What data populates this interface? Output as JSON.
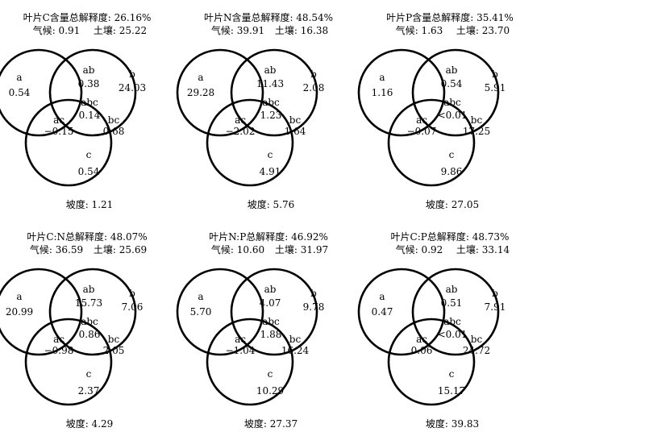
{
  "panels": [
    {
      "title": "叶片C含量总解释度: 26.16%",
      "climate": "气候: 0.91",
      "soil": "土壤: 25.22",
      "slope": "坡度: 1.21",
      "regions": {
        "a": "0.54",
        "ab": "0.38",
        "b": "24.03",
        "abc": "0.14",
        "ac": "−0.15",
        "bc": "0.68",
        "c": "0.54"
      }
    },
    {
      "title": "叶片N含量总解释度: 48.54%",
      "climate": "气候: 39.91",
      "soil": "土壤: 16.38",
      "slope": "坡度: 5.76",
      "regions": {
        "a": "29.28",
        "ab": "11.43",
        "b": "2.08",
        "abc": "1.23",
        "ac": "−2.02",
        "bc": "1.64",
        "c": "4.91"
      }
    },
    {
      "title": "叶片P含量总解释度: 35.41%",
      "climate": "气候: 1.63",
      "soil": "土壤: 23.70",
      "slope": "坡度: 27.05",
      "regions": {
        "a": "1.16",
        "ab": "0.54",
        "b": "5.91",
        "abc": "<0.01",
        "ac": "−0.07",
        "bc": "17.25",
        "c": "9.86"
      }
    },
    {
      "title": "叶片C:N总解释度: 48.07%",
      "climate": "气候: 36.59",
      "soil": "土壤: 25.69",
      "slope": "坡度: 4.29",
      "regions": {
        "a": "20.99",
        "ab": "15.73",
        "b": "7.06",
        "abc": "0.86",
        "ac": "−0.98",
        "bc": "2.05",
        "c": "2.37"
      }
    },
    {
      "title": "叶片N:P总解释度: 46.92%",
      "climate": "气候: 10.60",
      "soil": "土壤: 31.97",
      "slope": "坡度: 27.37",
      "regions": {
        "a": "5.70",
        "ab": "4.07",
        "b": "9.78",
        "abc": "1.88",
        "ac": "−1.04",
        "bc": "16.24",
        "c": "10.29"
      }
    },
    {
      "title": "叶片C:P总解释度: 48.73%",
      "climate": "气候: 0.92",
      "soil": "土壤: 33.14",
      "slope": "坡度: 39.83",
      "regions": {
        "a": "0.47",
        "ab": "0.51",
        "b": "7.91",
        "abc": "<0.01",
        "ac": "0.06",
        "bc": "24.72",
        "c": "15.17"
      }
    }
  ],
  "region_names": [
    "a",
    "ab",
    "b",
    "abc",
    "ac",
    "bc",
    "c"
  ]
}
